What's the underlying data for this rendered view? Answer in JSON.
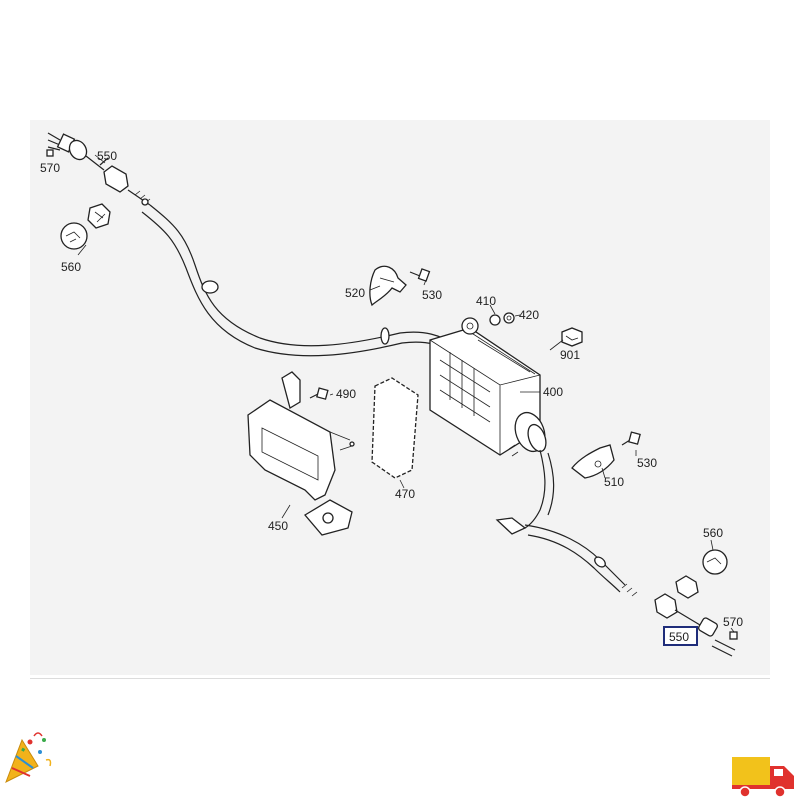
{
  "parts": {
    "p570a": "570",
    "p550a": "550",
    "p560a": "560",
    "p520": "520",
    "p530a": "530",
    "p410": "410",
    "p420": "420",
    "p901": "901",
    "p490": "490",
    "p400": "400",
    "p470": "470",
    "p530b": "530",
    "p510": "510",
    "p450": "450",
    "p560b": "560",
    "p570b": "570",
    "p550b": "550"
  },
  "highlighted_part": "550",
  "colors": {
    "panel": "#f3f3f3",
    "highlight_border": "#1f2d7a",
    "truck_body": "#f2c21b",
    "truck_cab": "#e0322e"
  },
  "icons": {
    "celebration": "party-popper-icon",
    "delivery": "delivery-truck-icon"
  }
}
